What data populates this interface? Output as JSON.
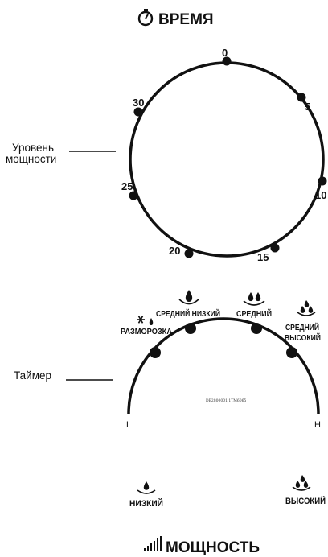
{
  "title_top": "ВРЕМЯ",
  "time_dial": {
    "ticks": [
      "0",
      "5",
      "10",
      "15",
      "20",
      "25",
      "30"
    ]
  },
  "callouts": {
    "power_level": [
      "Уровень",
      "мощности"
    ],
    "timer": "Таймер"
  },
  "power_dial": {
    "levels": [
      "РАЗМОРОЗКА",
      "СРЕДНИЙ НИЗКИЙ",
      "СРЕДНИЙ",
      "СРЕДНИЙ",
      "ВЫСОКИЙ"
    ],
    "end_low": "L",
    "end_high": "H",
    "part_code": "DE2800001 1TM6065",
    "bottom_low": "НИЗКИЙ",
    "bottom_high": "ВЫСОКИЙ"
  },
  "title_bottom": "МОЩНОСТЬ",
  "icons": [
    "stopwatch-icon",
    "snowflake-icon",
    "water-drop-icon",
    "signal-bars-icon"
  ]
}
